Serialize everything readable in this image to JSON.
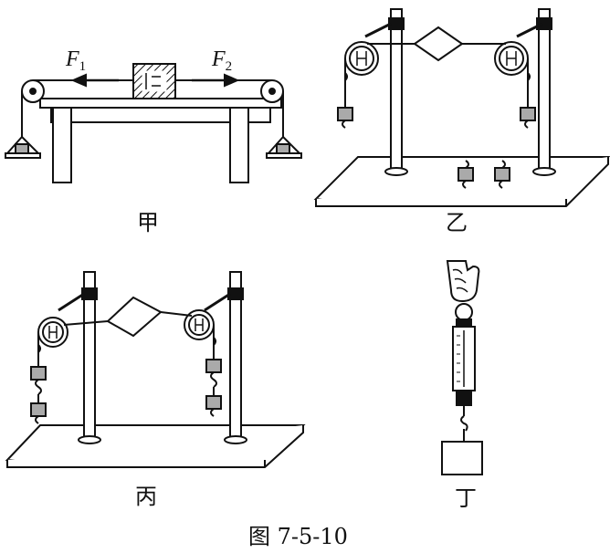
{
  "panels": {
    "a": {
      "label": "甲",
      "f1_symbol": "F",
      "f1_sub": "1",
      "f2_symbol": "F",
      "f2_sub": "2"
    },
    "b": {
      "label": "乙"
    },
    "c": {
      "label": "丙"
    },
    "d": {
      "label": "丁"
    }
  },
  "caption": "图 7-5-10",
  "colors": {
    "ink": "#111111",
    "weight_fill": "#aaaaaa",
    "paper": "#ffffff"
  }
}
